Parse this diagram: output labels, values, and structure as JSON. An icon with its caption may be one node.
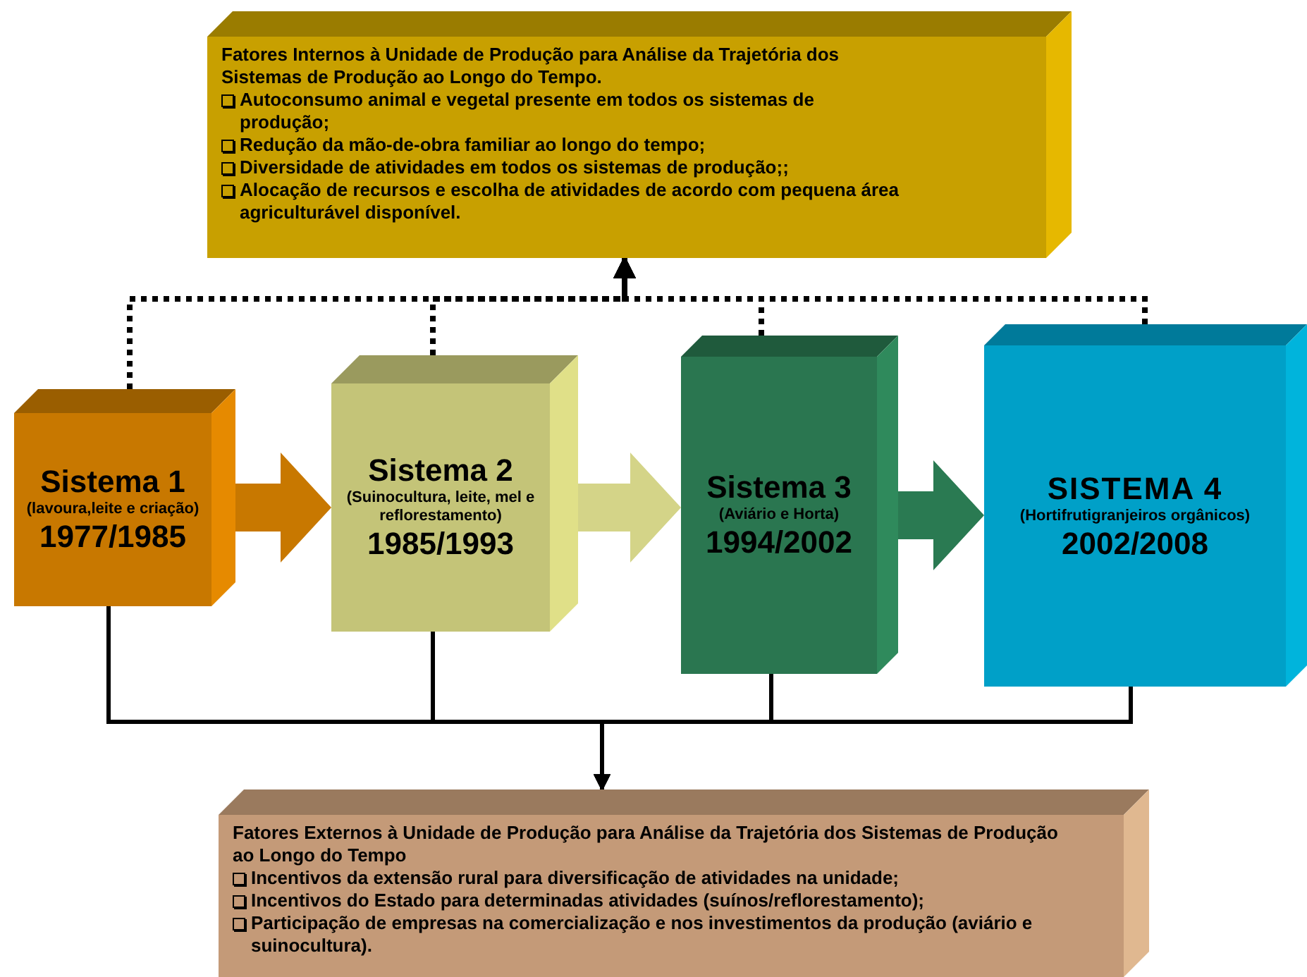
{
  "diagram": {
    "nodes": [
      {
        "text": [
          "Fatores Internos à Unidade de Produção para Análise da Trajetória dos Sistemas de Produção ao Longo do Tempo.",
          "Autoconsumo animal e vegetal presente em todos os sistemas de produção;",
          "Redução da mão-de-obra familiar ao longo do tempo;",
          "Diversidade de atividades em todos os sistemas de produção;;",
          "Alocação de recursos e escolha de atividades de acordo com pequena área agriculturável disponível."
        ]
      },
      {
        "text": [
          "Sistema 1",
          "(lavoura,leite e criação)",
          "1977/1985"
        ]
      },
      {
        "text": [
          "Sistema 2",
          "(Suinocultura, leite, mel e reflorestamento)",
          "1985/1993"
        ]
      },
      {
        "text": [
          "Sistema 3",
          "(Aviário e Horta)",
          "1994/2002"
        ]
      },
      {
        "text": [
          "SISTEMA 4",
          "(Hortifrutigranjeiros orgânicos)",
          "2002/2008"
        ]
      },
      {
        "text": [
          "Fatores Externos à Unidade de Produção para Análise da Trajetória dos Sistemas de Produção ao Longo do Tempo",
          "Incentivos da extensão rural para diversificação de atividades na unidade;",
          "Incentivos do Estado para determinadas atividades (suínos/reflorestamento);",
          "Participação de empresas na comercialização e nos investimentos da produção (aviário e  suinocultura)."
        ]
      }
    ],
    "edges": [
      {
        "from": 1,
        "to": 2,
        "arrow": "to",
        "style": "thick",
        "color": "#c87800"
      },
      {
        "from": 2,
        "to": 3,
        "arrow": "to",
        "style": "thick",
        "color": "#d4d488"
      },
      {
        "from": 3,
        "to": 4,
        "arrow": "to",
        "style": "thick",
        "color": "#2a7a52"
      },
      {
        "from": 1,
        "to": 0,
        "arrow": "to",
        "style": "dashed"
      },
      {
        "from": 2,
        "to": 0,
        "arrow": "to",
        "style": "dashed"
      },
      {
        "from": 3,
        "to": 0,
        "arrow": "to",
        "style": "dashed"
      },
      {
        "from": 4,
        "to": 0,
        "arrow": "to",
        "style": "dashed"
      },
      {
        "from": 1,
        "to": 5,
        "arrow": "to"
      },
      {
        "from": 2,
        "to": 5,
        "arrow": "to"
      },
      {
        "from": 3,
        "to": 5,
        "arrow": "to"
      },
      {
        "from": 4,
        "to": 5,
        "arrow": "to"
      }
    ]
  }
}
